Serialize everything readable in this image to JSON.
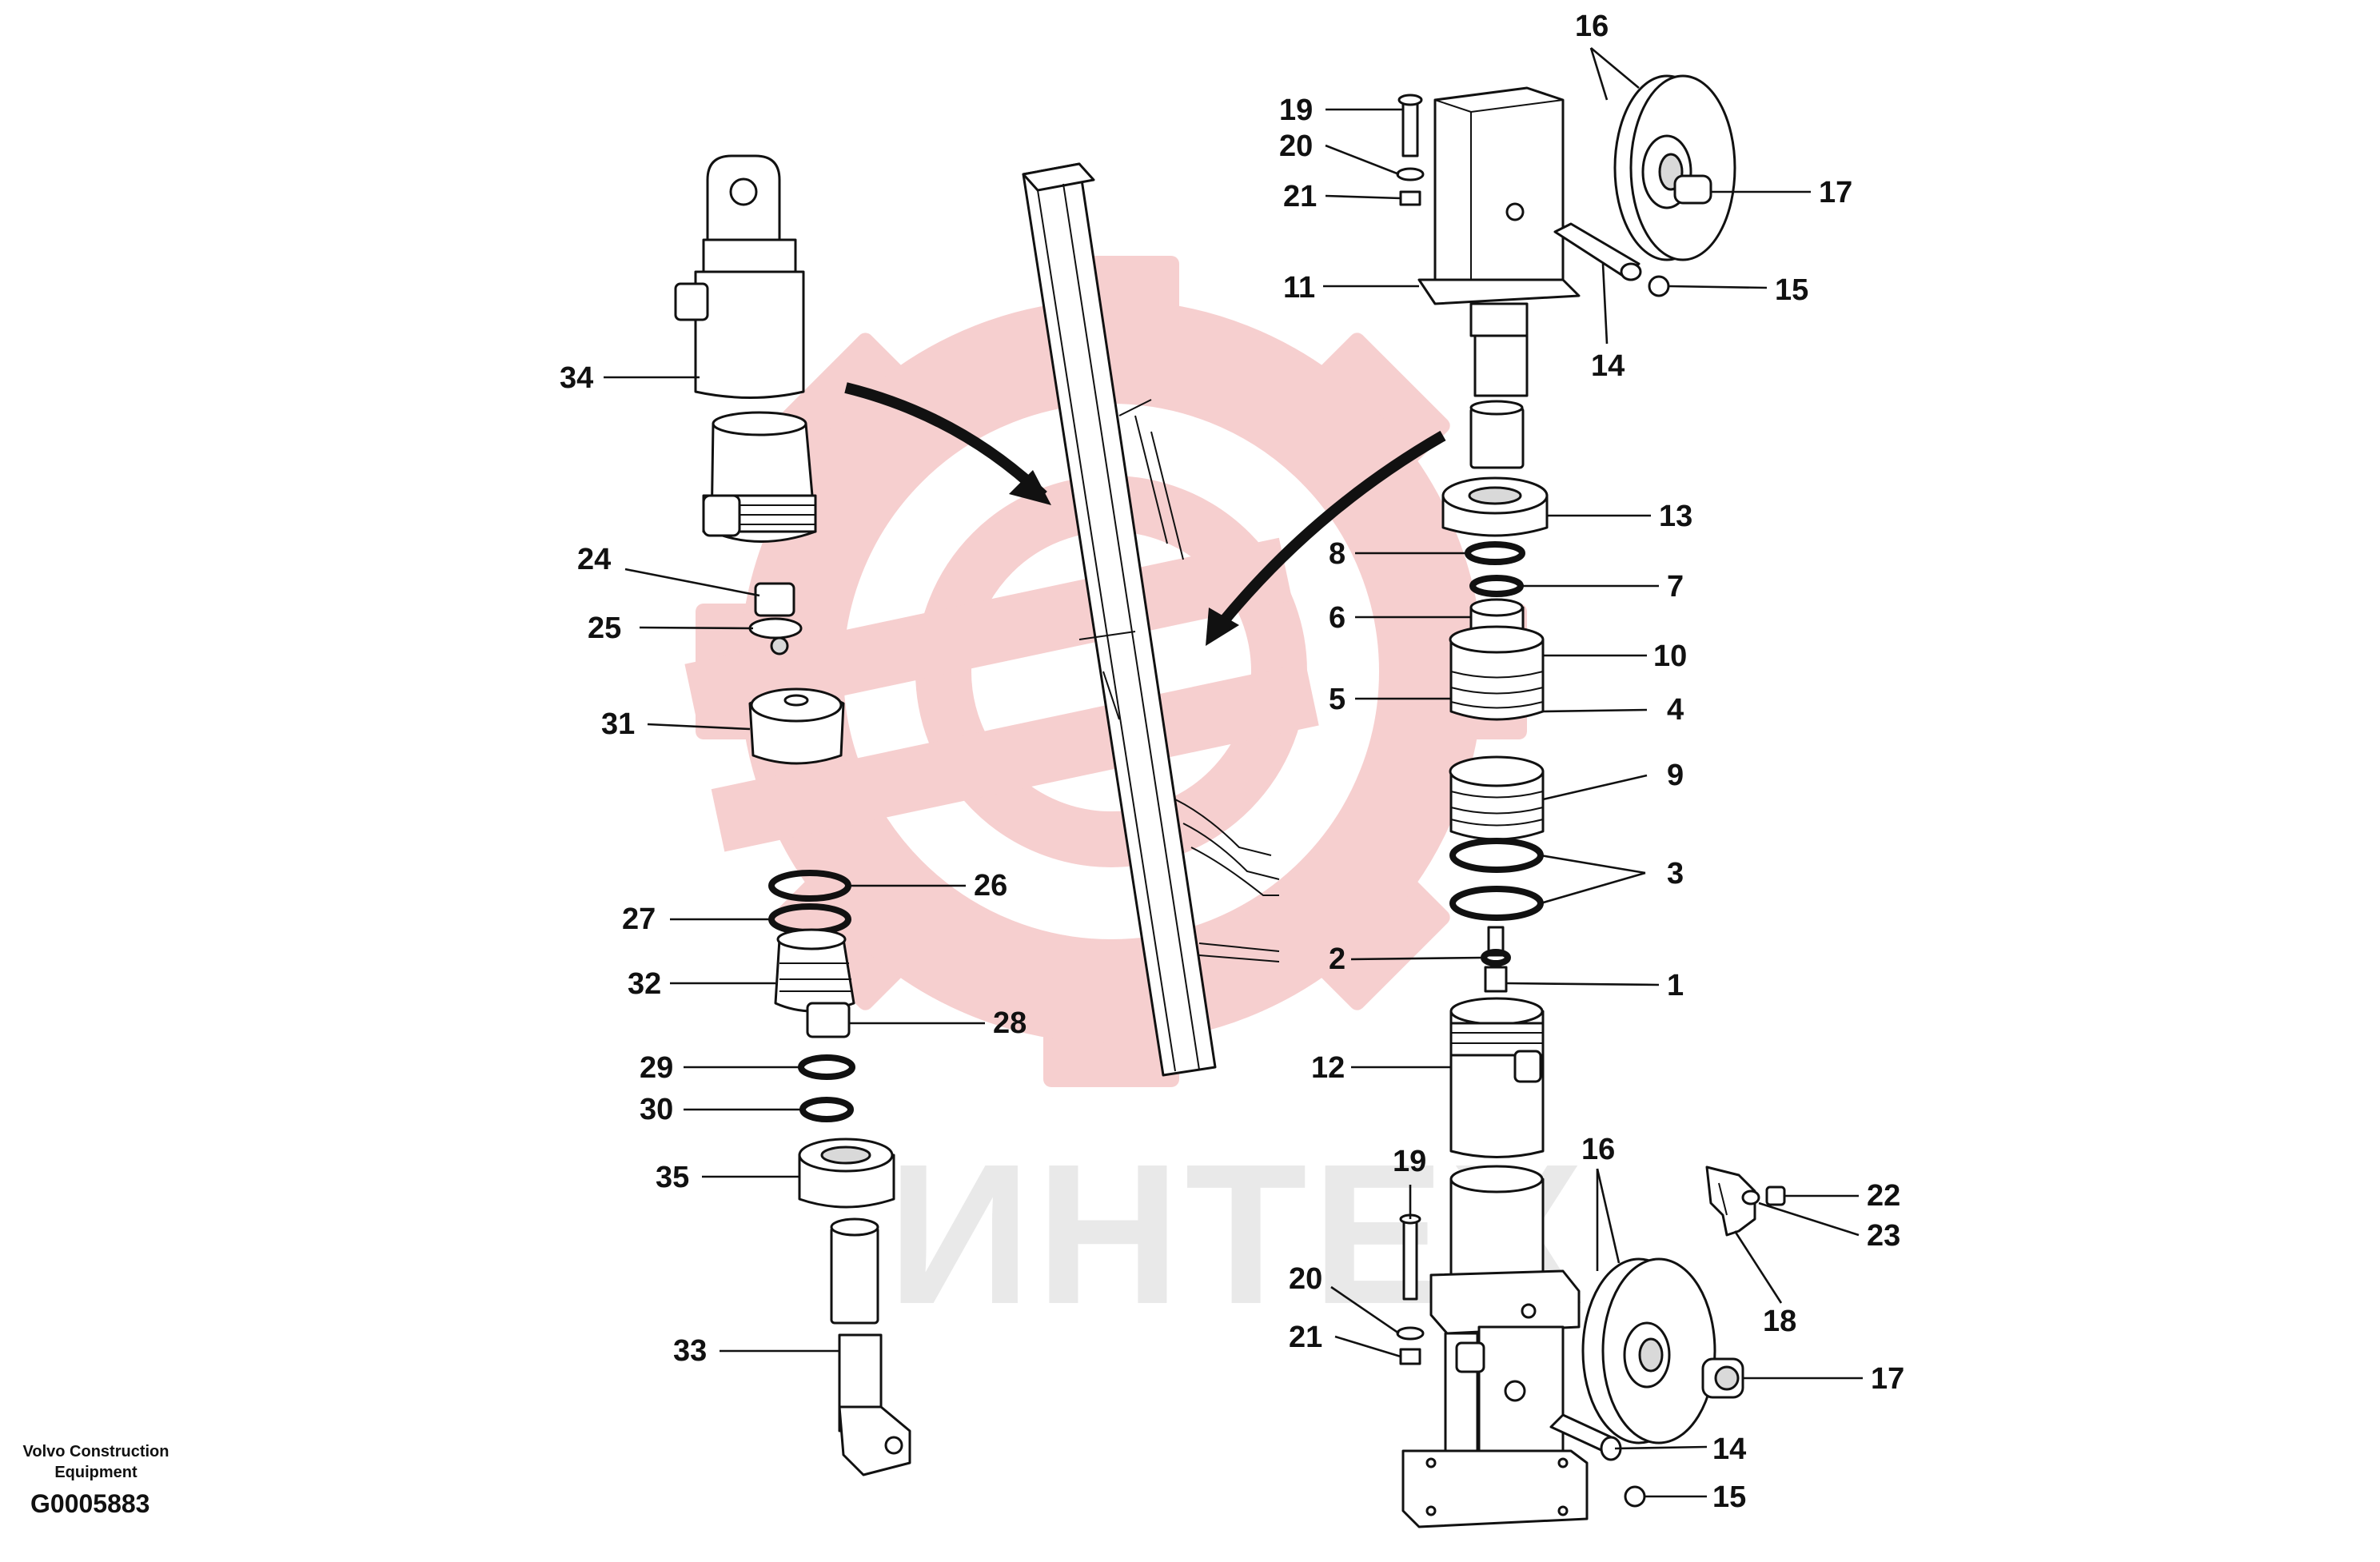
{
  "diagram": {
    "part_numbers": [
      "1",
      "2",
      "3",
      "4",
      "5",
      "6",
      "7",
      "8",
      "9",
      "10",
      "11",
      "12",
      "13",
      "14",
      "15",
      "16",
      "17",
      "18",
      "19",
      "20",
      "21",
      "22",
      "23",
      "24",
      "25",
      "26",
      "27",
      "28",
      "29",
      "30",
      "31",
      "32",
      "33",
      "34",
      "35"
    ],
    "labels": {
      "l1": "1",
      "l2": "2",
      "l3": "3",
      "l4": "4",
      "l5": "5",
      "l6": "6",
      "l7": "7",
      "l8": "8",
      "l9": "9",
      "l10": "10",
      "l11": "11",
      "l12": "12",
      "l13": "13",
      "l14a": "14",
      "l14b": "14",
      "l15a": "15",
      "l15b": "15",
      "l16a": "16",
      "l16b": "16",
      "l17a": "17",
      "l17b": "17",
      "l18": "18",
      "l19a": "19",
      "l19b": "19",
      "l20a": "20",
      "l20b": "20",
      "l21a": "21",
      "l21b": "21",
      "l22": "22",
      "l23": "23",
      "l24": "24",
      "l25": "25",
      "l26": "26",
      "l27": "27",
      "l28": "28",
      "l29": "29",
      "l30": "30",
      "l31": "31",
      "l32": "32",
      "l33": "33",
      "l34": "34",
      "l35": "35"
    },
    "icons": {
      "background_logo": "gear-watermark-icon",
      "arrows": "curved-arrow-icon"
    },
    "colors": {
      "line": "#111111",
      "watermark_gear": "#f5c7c7",
      "watermark_text": "#d8d8d8"
    }
  },
  "footer": {
    "company_line1": "Volvo Construction",
    "company_line2": "Equipment",
    "drawing_code": "G0005883"
  },
  "watermark": {
    "text": "ИНТЕХ"
  }
}
